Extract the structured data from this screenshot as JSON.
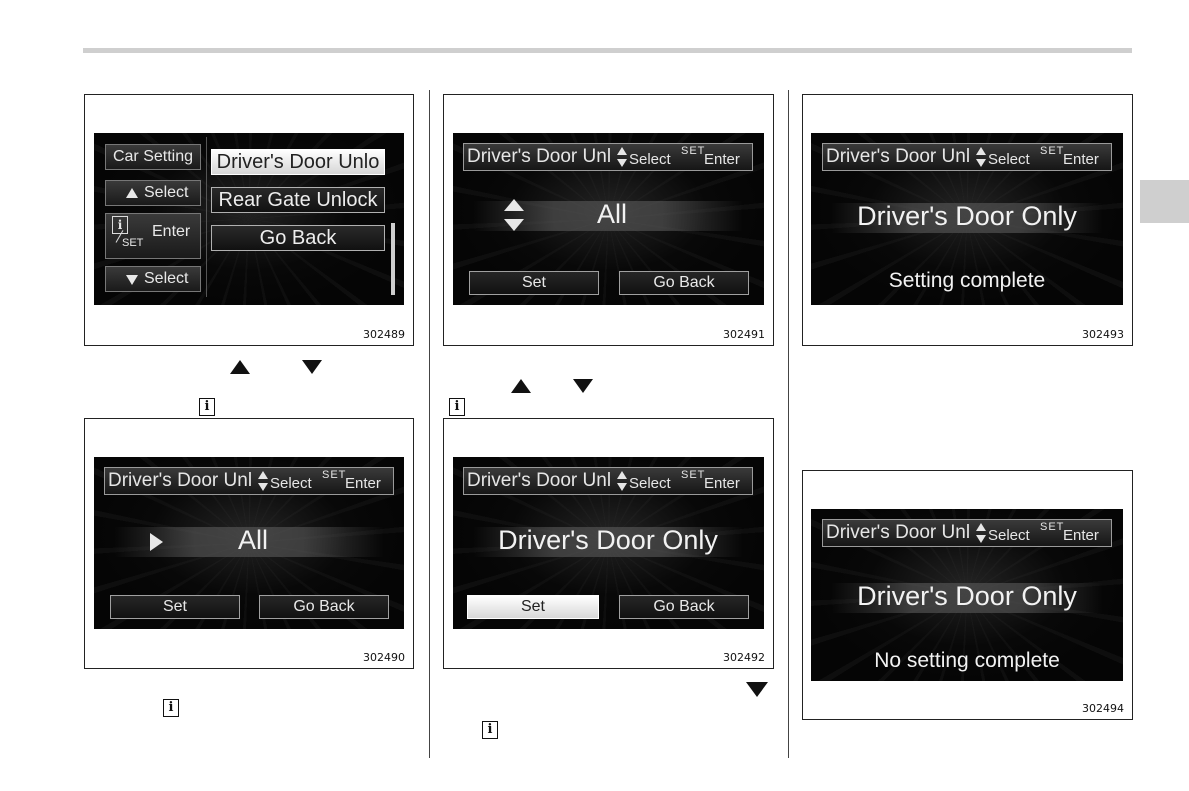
{
  "figures": [
    {
      "number": "302489",
      "menu_left": [
        "Car Setting",
        "Select",
        "Enter",
        "Select"
      ],
      "info_set_label": "SET",
      "menu_items": [
        "Driver's Door Unlo",
        "Rear Gate Unlock",
        "Go Back"
      ]
    },
    {
      "number": "302490",
      "header": {
        "title": "Driver's Door Unl",
        "select": "Select",
        "set": "SET",
        "enter": "Enter"
      },
      "value": "All",
      "buttons": {
        "set": "Set",
        "back": "Go Back"
      }
    },
    {
      "number": "302491",
      "header": {
        "title": "Driver's Door Unl",
        "select": "Select",
        "set": "SET",
        "enter": "Enter"
      },
      "value": "All",
      "buttons": {
        "set": "Set",
        "back": "Go Back"
      }
    },
    {
      "number": "302492",
      "header": {
        "title": "Driver's Door Unl",
        "select": "Select",
        "set": "SET",
        "enter": "Enter"
      },
      "value": "Driver's Door Only",
      "buttons": {
        "set": "Set",
        "back": "Go Back"
      }
    },
    {
      "number": "302493",
      "header": {
        "title": "Driver's Door Unl",
        "select": "Select",
        "set": "SET",
        "enter": "Enter"
      },
      "value": "Driver's Door Only",
      "message": "Setting complete"
    },
    {
      "number": "302494",
      "header": {
        "title": "Driver's Door Unl",
        "select": "Select",
        "set": "SET",
        "enter": "Enter"
      },
      "value": "Driver's Door Only",
      "message": "No setting complete"
    }
  ],
  "icons": [
    "up-triangle-icon",
    "down-triangle-icon",
    "info-icon"
  ],
  "info_glyph": "i"
}
